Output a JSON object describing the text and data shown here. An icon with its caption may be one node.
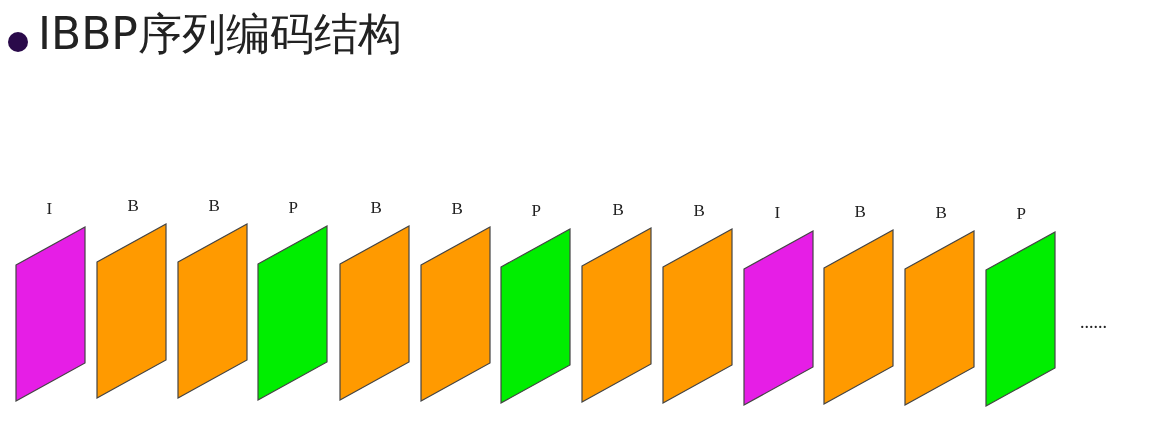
{
  "diagram": {
    "title": "IBBP序列编码结构",
    "nodes": [
      {
        "text": [
          "I"
        ]
      },
      {
        "text": [
          "B"
        ]
      },
      {
        "text": [
          "B"
        ]
      },
      {
        "text": [
          "P"
        ]
      },
      {
        "text": [
          "B"
        ]
      },
      {
        "text": [
          "B"
        ]
      },
      {
        "text": [
          "P"
        ]
      },
      {
        "text": [
          "B"
        ]
      },
      {
        "text": [
          "B"
        ]
      },
      {
        "text": [
          "I"
        ]
      },
      {
        "text": [
          "B"
        ]
      },
      {
        "text": [
          "B"
        ]
      },
      {
        "text": [
          "P"
        ]
      }
    ],
    "labels": [
      "......"
    ]
  }
}
